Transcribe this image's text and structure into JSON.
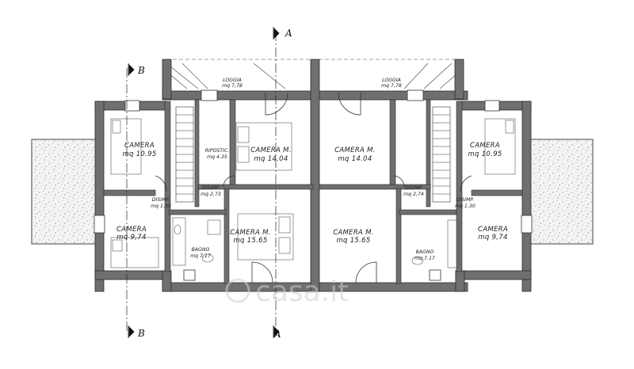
{
  "rooms": {
    "loggia_left": {
      "name": "LOGGIA",
      "area": "mq 7,78"
    },
    "loggia_right": {
      "name": "LOGGIA",
      "area": "mq 7,78"
    },
    "camera_l1": {
      "name": "CAMERA",
      "area": "mq 10.95"
    },
    "ripostiglio": {
      "name": "RIPOSTIC.",
      "area": "mq 4.35"
    },
    "camera_m_l1": {
      "name": "CAMERA M.",
      "area": "mq 14.04"
    },
    "camera_m_r1": {
      "name": "CAMERA M.",
      "area": "mq 14.04"
    },
    "camera_r1": {
      "name": "CAMERA",
      "area": "mq 10.95"
    },
    "disimp_l1": {
      "name": "DISIMP.",
      "area": "mq 1.30"
    },
    "disimp_l2": {
      "name": "DISIMP.",
      "area": "mq 2,73"
    },
    "disimp_r2": {
      "name": "DISIMP.",
      "area": "mq 2,74"
    },
    "disimp_r1": {
      "name": "DISIMP.",
      "area": "mq 1.30"
    },
    "camera_l2": {
      "name": "CAMERA",
      "area": "mq 9,74"
    },
    "bagno_l": {
      "name": "BAGNO",
      "area": "mq 7,17"
    },
    "camera_m_l2": {
      "name": "CAMERA M.",
      "area": "mq 15.65"
    },
    "camera_m_r2": {
      "name": "CAMERA M.",
      "area": "mq 15.65"
    },
    "bagno_r": {
      "name": "BAGNO",
      "area": "mq 7.17"
    },
    "camera_r2": {
      "name": "CAMERA",
      "area": "mq 9,74"
    }
  },
  "sections": {
    "a_top": "A",
    "a_bottom": "A",
    "b_top": "B",
    "b_bottom": "B"
  },
  "watermark": "casa.it",
  "colors": {
    "wall": "#6f6f6f",
    "wall_outline": "#2b2b2b",
    "line": "#333333",
    "terrace_fill": "#f3f3f3"
  }
}
